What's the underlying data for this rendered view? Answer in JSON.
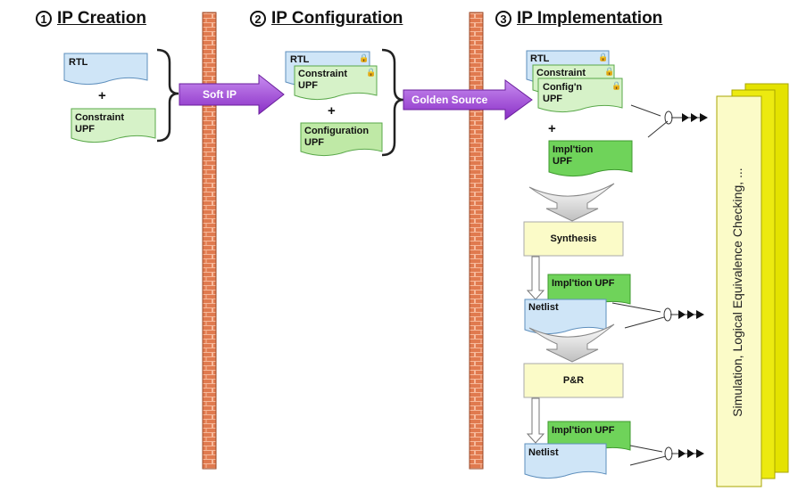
{
  "titles": [
    {
      "num": "1",
      "text": "IP Creation"
    },
    {
      "num": "2",
      "text": "IP Configuration"
    },
    {
      "num": "3",
      "text": "IP Implementation"
    }
  ],
  "stage1": {
    "rtl": "RTL",
    "plus": "+",
    "constraint_upf": "Constraint\nUPF"
  },
  "arrow1": "Soft IP",
  "stage2": {
    "rtl": "RTL",
    "constraint_upf": "Constraint\nUPF",
    "plus": "+",
    "configuration_upf": "Configuration\nUPF"
  },
  "arrow2": "Golden Source",
  "stage3": {
    "rtl": "RTL",
    "constraint": "Constraint",
    "config_upf": "Config'n\nUPF",
    "plus": "+",
    "impl_upf": "Impl'tion\nUPF",
    "synthesis": "Synthesis",
    "impl_upf_2": "Impl'tion UPF",
    "netlist_1": "Netlist",
    "pnr": "P&R",
    "impl_upf_3": "Impl'tion UPF",
    "netlist_2": "Netlist"
  },
  "verification": "Simulation, Logical Equivalence Checking, ...",
  "colors": {
    "wall": "#e07a4f",
    "blue_doc": "#cfe5f7",
    "green_doc_light": "#d6f2c8",
    "green_doc": "#6fd35a",
    "yellow_box": "#fbfbc8",
    "yellow_stack": "#e4e200",
    "arrow_purple": "#a24ad8"
  }
}
